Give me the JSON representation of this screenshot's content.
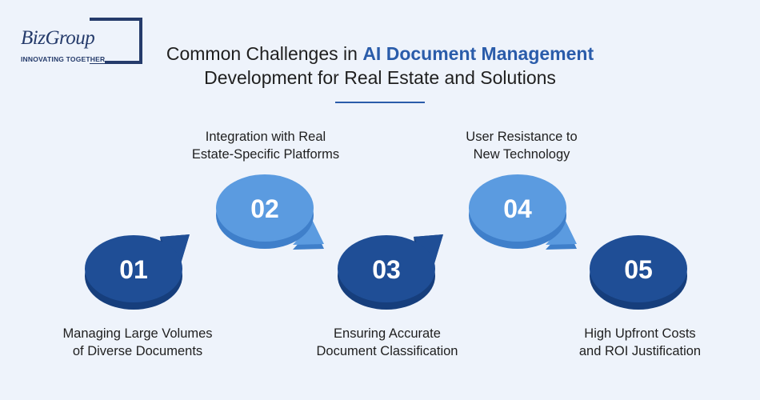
{
  "logo": {
    "brand": "BizGroup",
    "tagline": "INNOVATING TOGETHER"
  },
  "title": {
    "prefix": "Common Challenges in ",
    "highlight": "AI Document Management",
    "line2": "Development for Real Estate and Solutions"
  },
  "colors": {
    "dark_blue": "#1f4e96",
    "light_blue": "#5b9be0",
    "title_highlight": "#2a5caa"
  },
  "steps": [
    {
      "number": "01",
      "label_line1": "Managing Large Volumes",
      "label_line2": "of Diverse Documents",
      "shade": "dark"
    },
    {
      "number": "02",
      "label_line1": "Integration with Real",
      "label_line2": "Estate-Specific Platforms",
      "shade": "light"
    },
    {
      "number": "03",
      "label_line1": "Ensuring Accurate",
      "label_line2": "Document Classification",
      "shade": "dark"
    },
    {
      "number": "04",
      "label_line1": "User Resistance to",
      "label_line2": "New Technology",
      "shade": "light"
    },
    {
      "number": "05",
      "label_line1": "High Upfront Costs",
      "label_line2": "and ROI Justification",
      "shade": "dark"
    }
  ]
}
